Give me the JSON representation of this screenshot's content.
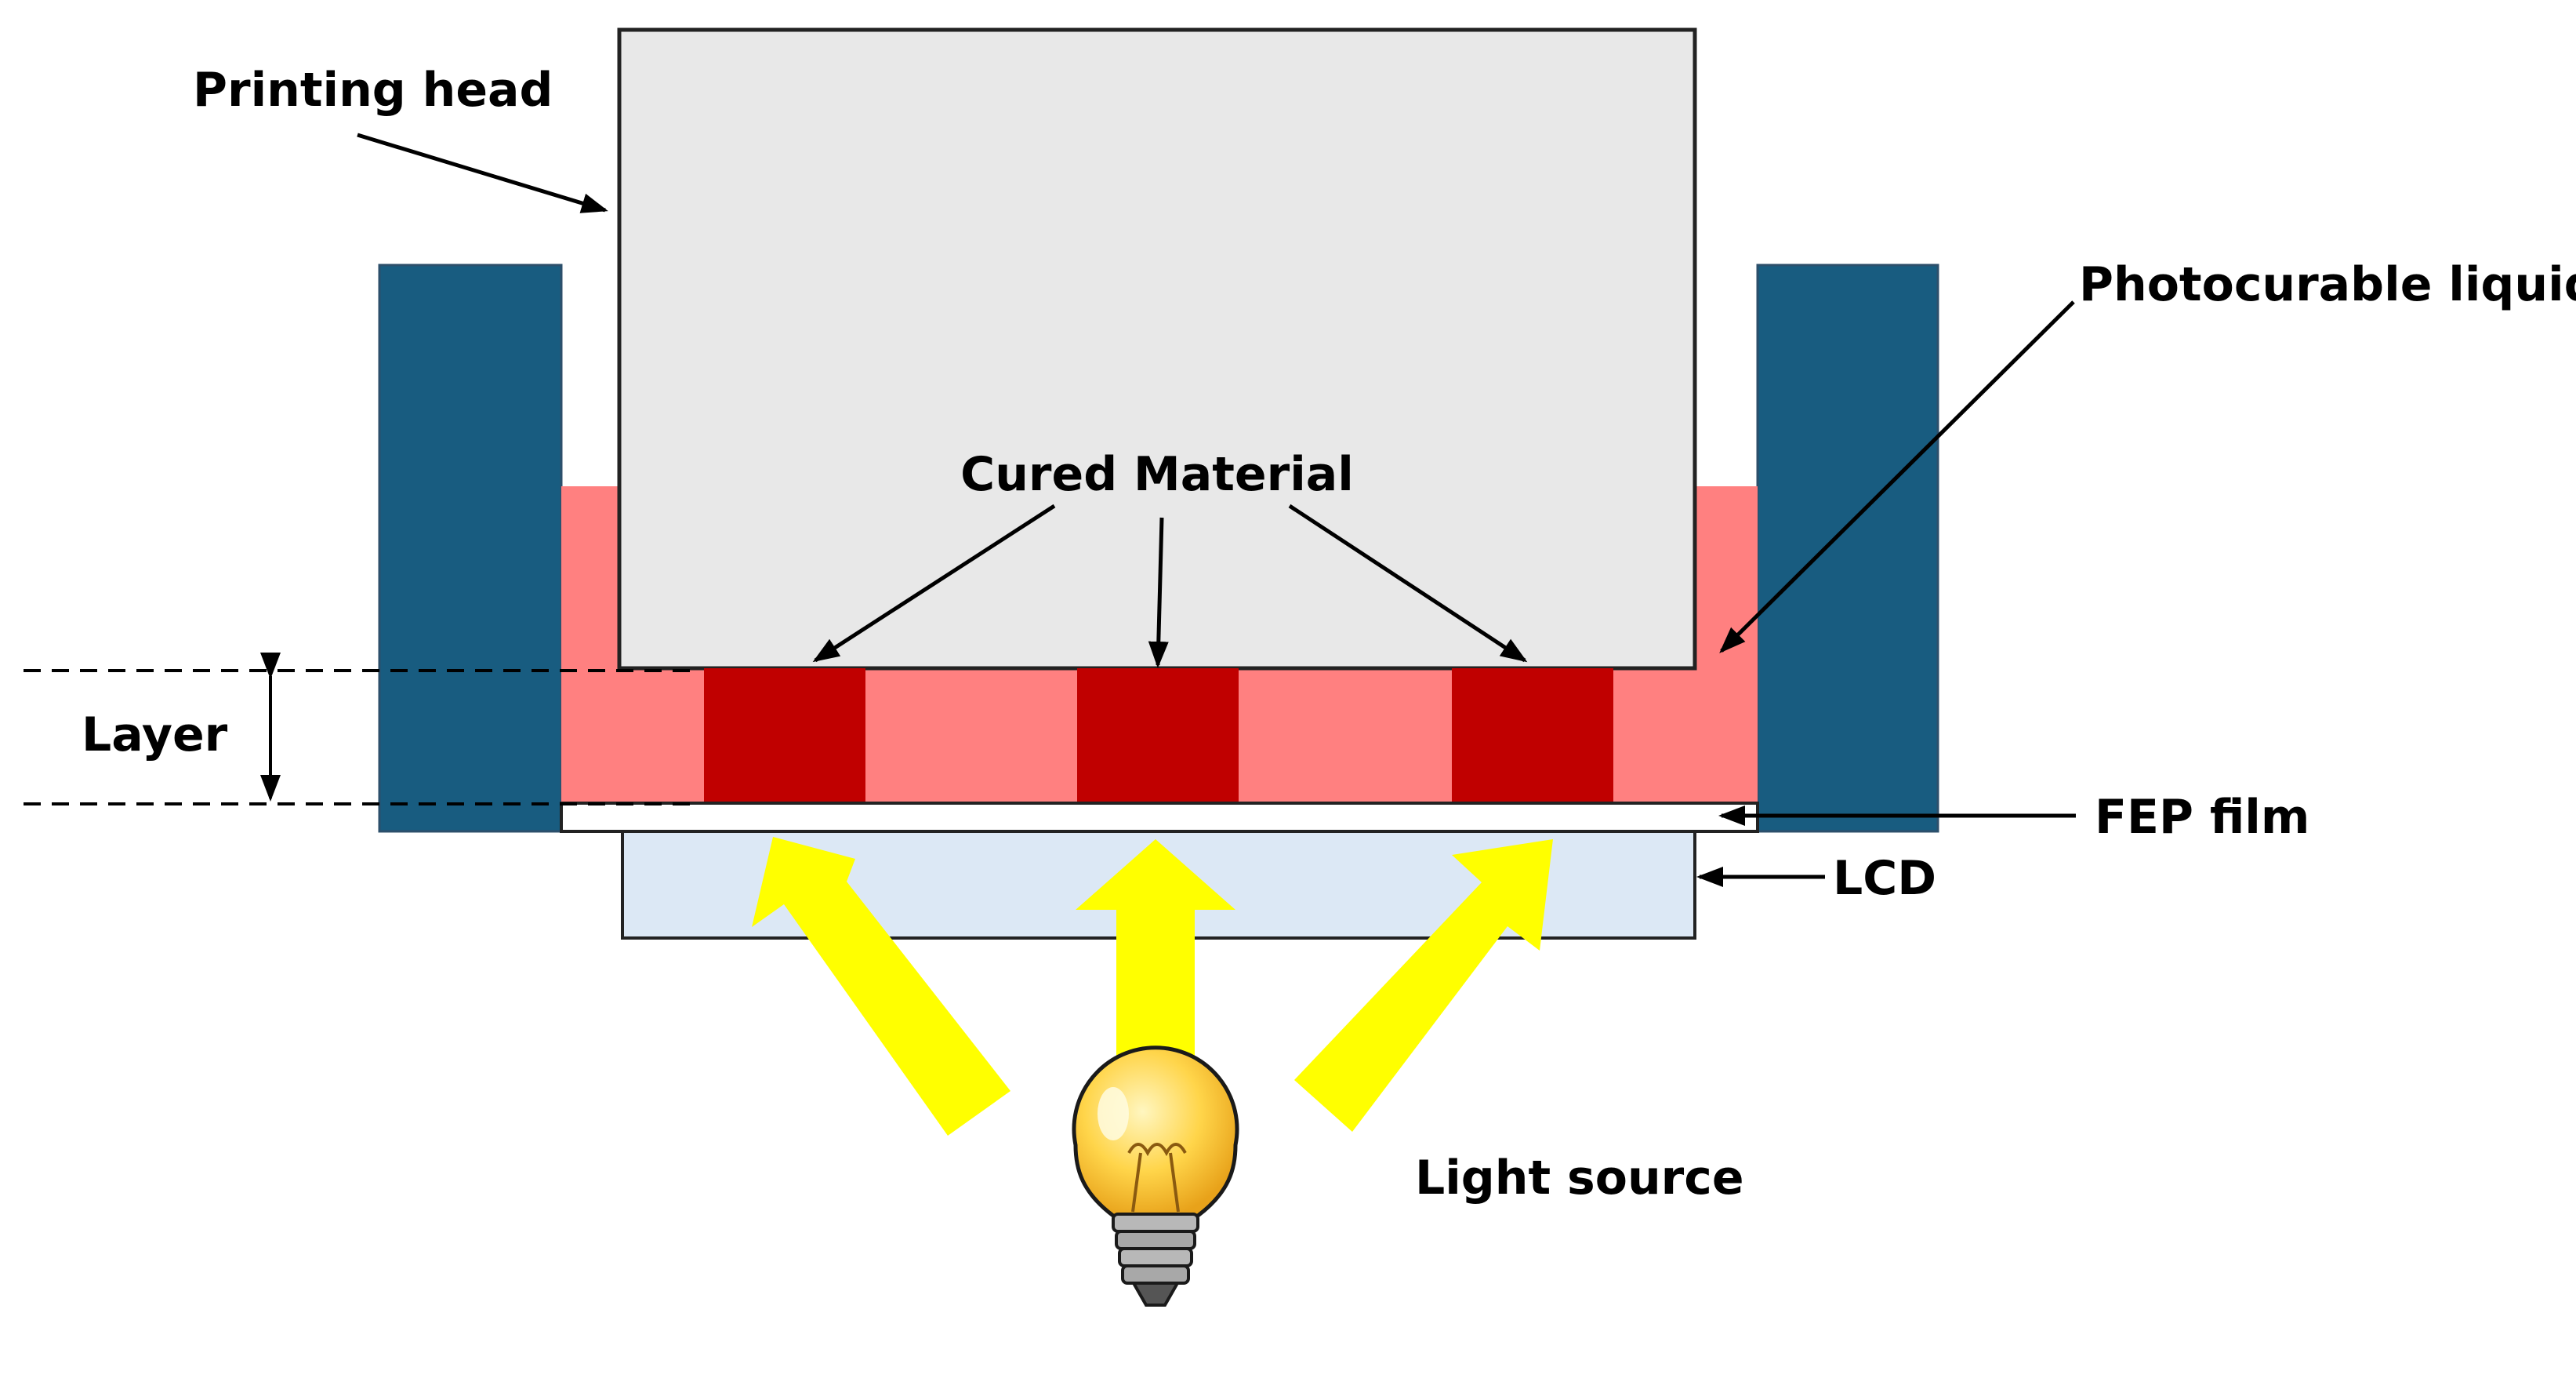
{
  "labels": {
    "printing_head": "Printing head",
    "photocurable_liquid": "Photocurable liquid",
    "cured_material": "Cured Material",
    "layer": "Layer",
    "fep_film": "FEP film",
    "lcd": "LCD",
    "light_source": "Light source"
  },
  "colors": {
    "vat_wall": "#185C80",
    "liquid": "#FF8080",
    "cured": "#C00000",
    "printing_head": "#E8E8E8",
    "lcd": "#DCE8F5",
    "light_arrow": "#FFFF00",
    "bulb_glass": "#FFD54A",
    "bulb_base": "#A8A8A8"
  }
}
